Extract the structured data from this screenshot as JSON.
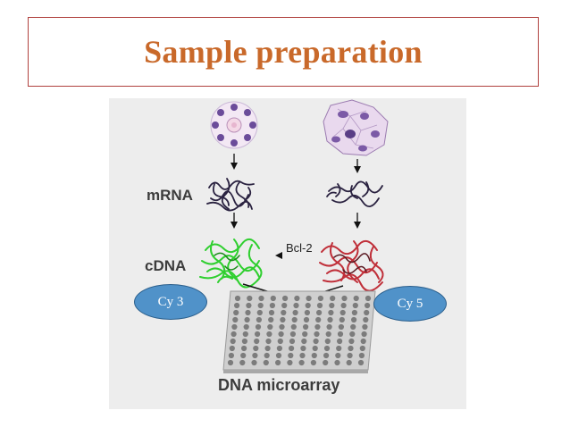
{
  "title": "Sample preparation",
  "labels": {
    "mrna": "mRNA",
    "cdna": "cDNA",
    "gene": "Bcl-2",
    "array": "DNA microarray"
  },
  "dyes": {
    "left": "Cy 3",
    "right": "Cy 5"
  },
  "colors": {
    "title_text": "#c9692a",
    "title_border": "#b0413e",
    "dye_fill": "#5092c9",
    "cdna_left": "#2fcf2f",
    "cdna_right": "#c0303a",
    "mrna": "#2a2240",
    "cells": "#8f64a8"
  }
}
